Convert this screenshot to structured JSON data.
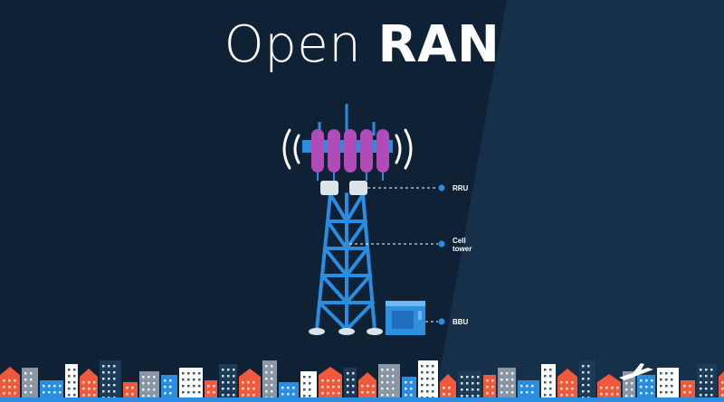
{
  "title": {
    "light": "Open",
    "bold": "RAN"
  },
  "labels": {
    "rru": "RRU",
    "cell_tower": "Cell tower",
    "bbu": "BBU"
  },
  "colors": {
    "background": "#0f2235",
    "background_panel": "#163049",
    "tower": "#2b8de0",
    "antenna": "#b04bb8",
    "rru": "#dde3ea",
    "bbu": "#2f8fdf",
    "accent_orange": "#f05a3c",
    "building_grey": "#8a96a3"
  },
  "icons": [
    "signal-waves-icon",
    "cell-tower-icon",
    "antenna-array-icon",
    "rru-unit-icon",
    "bbu-cabinet-icon",
    "city-skyline-icon",
    "airplane-icon"
  ]
}
